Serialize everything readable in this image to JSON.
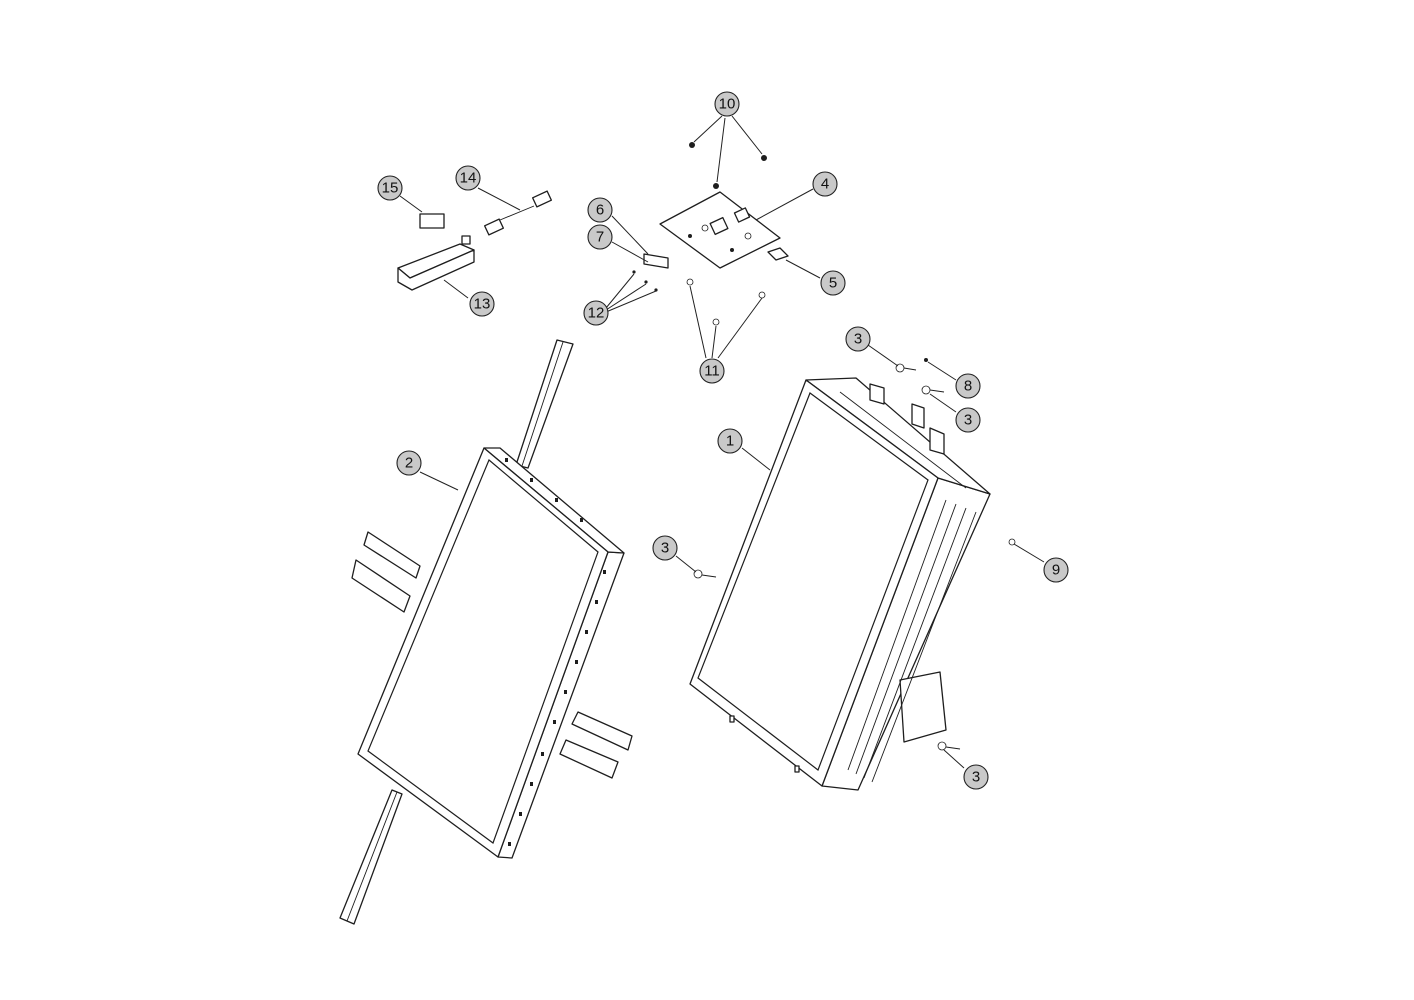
{
  "diagram": {
    "callouts": [
      {
        "id": "c10",
        "label": "10"
      },
      {
        "id": "c15",
        "label": "15"
      },
      {
        "id": "c14",
        "label": "14"
      },
      {
        "id": "c4",
        "label": "4"
      },
      {
        "id": "c6",
        "label": "6"
      },
      {
        "id": "c7",
        "label": "7"
      },
      {
        "id": "c5",
        "label": "5"
      },
      {
        "id": "c13",
        "label": "13"
      },
      {
        "id": "c12",
        "label": "12"
      },
      {
        "id": "c3a",
        "label": "3"
      },
      {
        "id": "c8",
        "label": "8"
      },
      {
        "id": "c11",
        "label": "11"
      },
      {
        "id": "c3b",
        "label": "3"
      },
      {
        "id": "c1",
        "label": "1"
      },
      {
        "id": "c2",
        "label": "2"
      },
      {
        "id": "c3c",
        "label": "3"
      },
      {
        "id": "c9",
        "label": "9"
      },
      {
        "id": "c3d",
        "label": "3"
      }
    ]
  }
}
